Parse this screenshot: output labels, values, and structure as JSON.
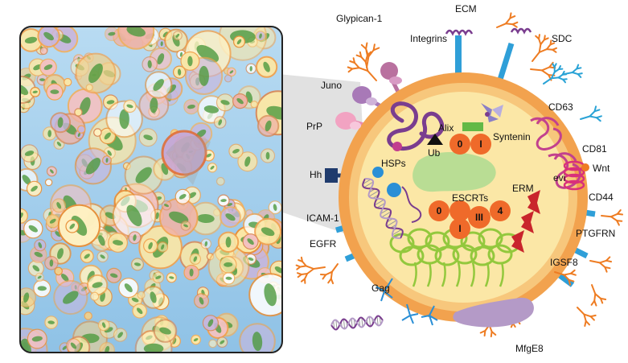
{
  "labels": {
    "glypican": "Glypican-1",
    "ecm": "ECM",
    "integrins": "Integrins",
    "sdc": "SDC",
    "juno": "Juno",
    "cd63": "CD63",
    "prp": "PrP",
    "alix": "Alix",
    "syntenin": "Syntenin",
    "ub": "Ub",
    "cd81": "CD81",
    "hh": "Hh",
    "hsps": "HSPs",
    "evi": "evi",
    "wnt": "Wnt",
    "escrts": "ESCRTs",
    "erm": "ERM",
    "cd44": "CD44",
    "icam": "ICAM-1",
    "egfr": "EGFR",
    "ptgfrn": "PTGFRN",
    "igsf8": "IGSF8",
    "gag": "Gag",
    "mfge8": "MfgE8"
  },
  "alix_numerals": [
    "0",
    "I"
  ],
  "escrt_numerals": [
    "0",
    "I",
    "III",
    "4"
  ],
  "colors": {
    "vesicle_fill": "#fbe7a6",
    "vesicle_rim": "#f2a24e",
    "panel_bg": "#a8d0ec",
    "escrt_orange": "#ef6a2a",
    "cd_magenta": "#c2418e",
    "integrin_blue": "#2f9fd8",
    "glycan_orange": "#ee7c22",
    "hsp_blue": "#2a8fd6",
    "ub_purple": "#7a3d8f",
    "chromatin_green": "#93c83d",
    "inner_green": "#b9dd94",
    "mfge8_purple": "#b49ac7",
    "erm_red": "#c9252c",
    "hh_navy": "#1f3b6d",
    "juno_purple": "#a879b7",
    "prp_pink": "#f2a3c2",
    "glypican_purple": "#b9719f"
  }
}
